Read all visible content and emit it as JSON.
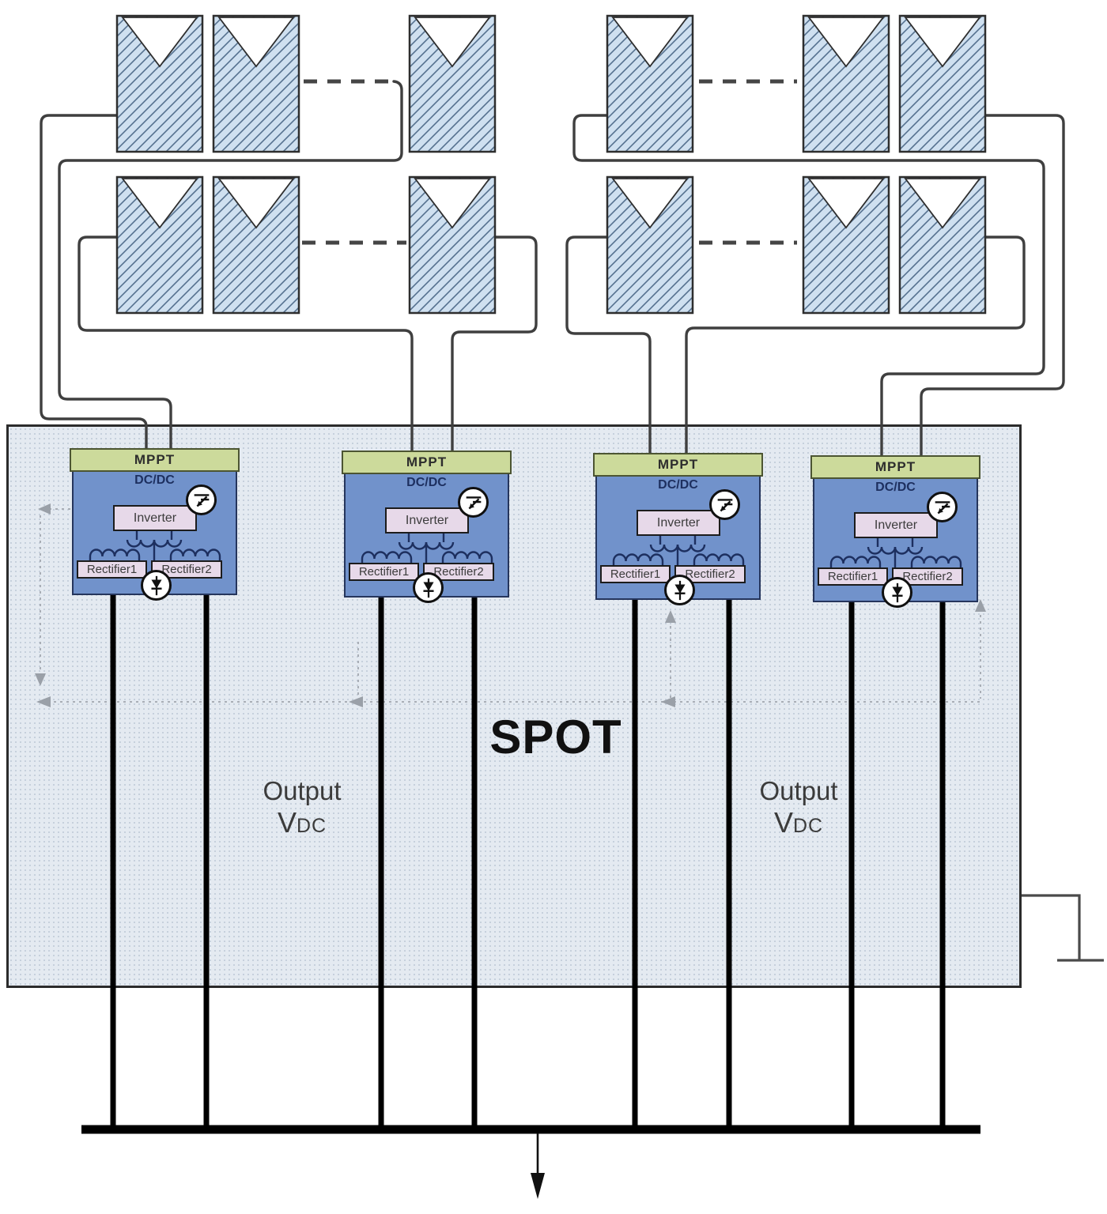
{
  "diagram": {
    "title": "SPOT",
    "output_labels": [
      {
        "word": "Output",
        "symbol": "V",
        "subscript": "DC"
      },
      {
        "word": "Output",
        "symbol": "V",
        "subscript": "DC"
      }
    ]
  },
  "units": [
    {
      "mppt_label": "MPPT",
      "converter_label": "DC/DC",
      "inverter_label": "Inverter",
      "rectifier1_label": "Rectifier1",
      "rectifier2_label": "Rectifier2"
    },
    {
      "mppt_label": "MPPT",
      "converter_label": "DC/DC",
      "inverter_label": "Inverter",
      "rectifier1_label": "Rectifier1",
      "rectifier2_label": "Rectifier2"
    },
    {
      "mppt_label": "MPPT",
      "converter_label": "DC/DC",
      "inverter_label": "Inverter",
      "rectifier1_label": "Rectifier1",
      "rectifier2_label": "Rectifier2"
    },
    {
      "mppt_label": "MPPT",
      "converter_label": "DC/DC",
      "inverter_label": "Inverter",
      "rectifier1_label": "Rectifier1",
      "rectifier2_label": "Rectifier2"
    }
  ],
  "icons": {
    "switch": "switch-icon",
    "diode": "diode-icon",
    "ground": "ground-icon",
    "output_arrow": "down-arrow-icon"
  },
  "colors": {
    "mppt_green": "#ccda9b",
    "unit_blue": "#7192cb",
    "component_pink": "#e7d9e9",
    "panel_blue": "#cfe0f0",
    "region_bg": "#e4eaf1",
    "wire_dark": "#3f3f3f",
    "coil_navy": "#1d2f5f",
    "comm_gray": "#a9aeb6"
  }
}
